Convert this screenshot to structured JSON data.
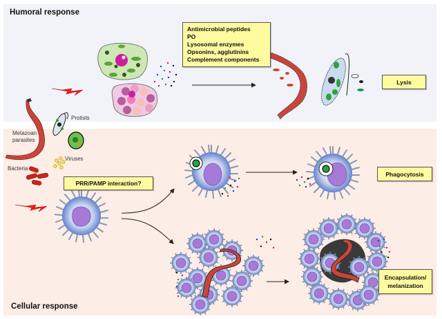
{
  "figure": {
    "humoral": {
      "title": "Humoral response",
      "effectors_box": {
        "items": [
          "Antimicrobial peptides",
          "PO",
          "Lysosomal enzymes",
          "Opsonins, agglutinins",
          "Complement components"
        ]
      },
      "outcome_box": "Lysis"
    },
    "cellular": {
      "title": "Cellular response",
      "recognition_box": "PRR/PAMP interaction?",
      "outcomes": {
        "phagocytosis": "Phagocytosis",
        "encapsulation": "Encapsulation/ melanization"
      }
    },
    "pathogens": {
      "metazoan": "Metazoan parasites",
      "protists": "Protists",
      "bacteria": "Bacteria",
      "viruses": "Viruses"
    },
    "colors": {
      "humoral_bg": "#f1f3f9",
      "cellular_bg": "#fcede6",
      "label_box": "#fdfaa0",
      "parasite": "#c9443a",
      "hemocyte_nucleus": "#a77ad8",
      "hemocyte_body": "#b9c8ec",
      "danger_bolt": "#ee1b1b"
    }
  }
}
